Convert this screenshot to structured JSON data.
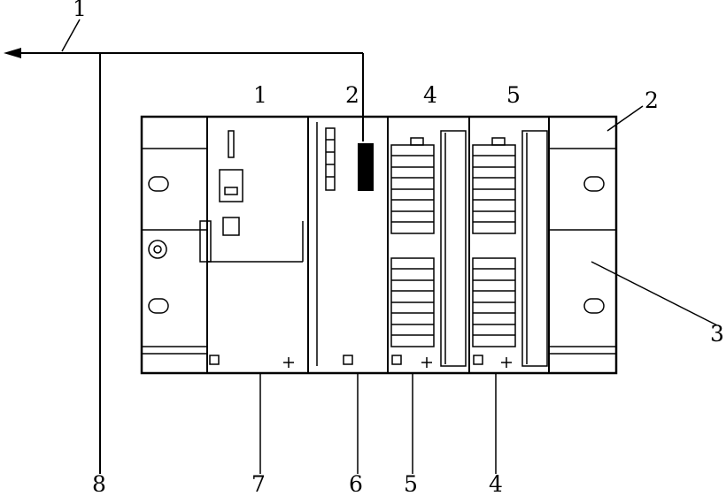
{
  "diagram": {
    "top_labels": [
      "1",
      "2",
      "4",
      "5",
      "2"
    ],
    "side_labels": [
      "3"
    ],
    "bottom_labels": [
      "8",
      "7",
      "6",
      "5",
      "4"
    ],
    "arrow_label": "1"
  }
}
